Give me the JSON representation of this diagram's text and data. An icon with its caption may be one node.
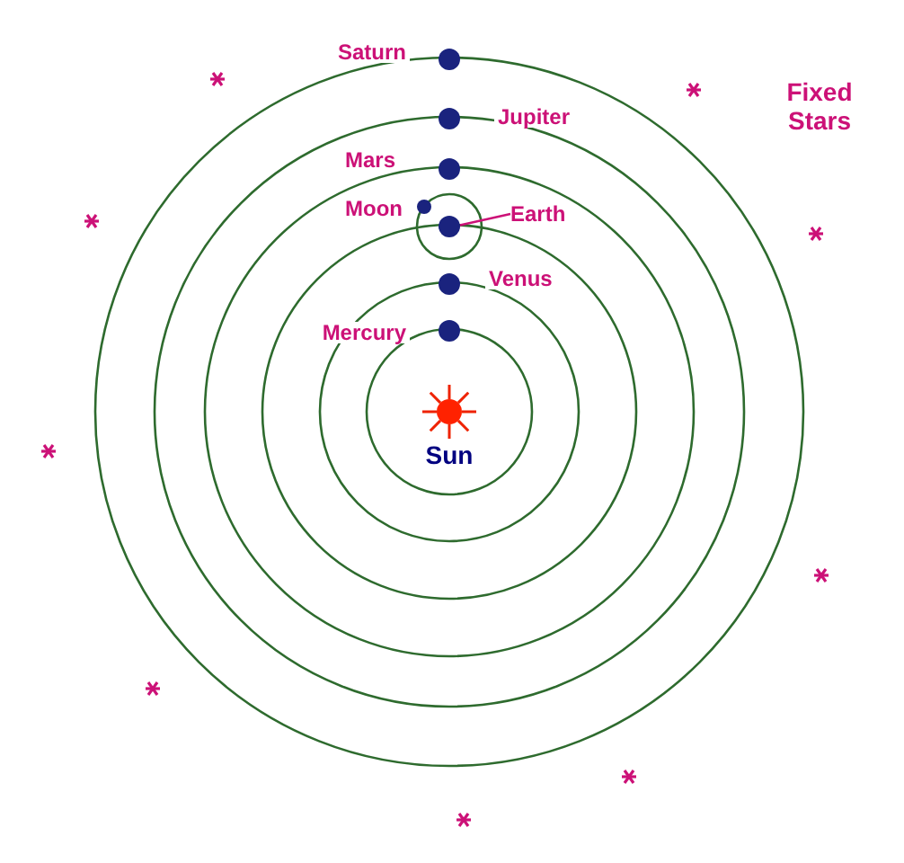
{
  "diagram": {
    "nodes": [
      {
        "text": [],
        "shape": "circle",
        "beside": [
          "Saturn"
        ]
      },
      {
        "text": [],
        "shape": "circle",
        "beside": [
          "Jupiter"
        ]
      },
      {
        "text": [],
        "shape": "circle",
        "beside": [
          "Mars"
        ]
      },
      {
        "text": [],
        "shape": "circle",
        "beside": [
          "Moon"
        ]
      },
      {
        "text": [
          "Earth"
        ]
      },
      {
        "text": [],
        "shape": "circle"
      },
      {
        "text": [],
        "shape": "circle",
        "beside": [
          "Venus"
        ]
      },
      {
        "text": [],
        "shape": "circle",
        "beside": [
          "Mercury"
        ]
      },
      {
        "text": [],
        "shape": "circle",
        "beside": [
          "Sun"
        ]
      }
    ],
    "edges": [
      {
        "from": 4,
        "to": 5,
        "arrow": "none"
      }
    ],
    "labels": [
      "Fixed Stars"
    ]
  }
}
